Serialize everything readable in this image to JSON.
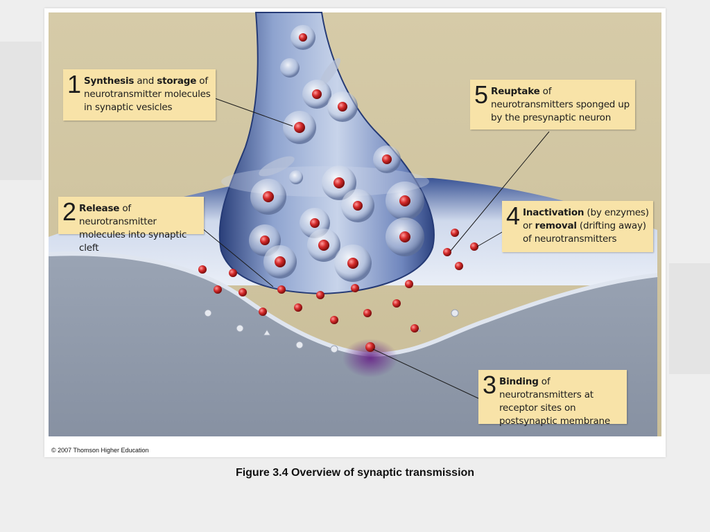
{
  "figure": {
    "copyright": "© 2007 Thomson Higher Education",
    "caption": "Figure 3.4  Overview of synaptic transmission"
  },
  "callouts": [
    {
      "number": "1",
      "bold1": "Synthesis",
      "text1": " and ",
      "bold2": "storage",
      "text2": " of neurotransmitter molecules in synaptic vesicles"
    },
    {
      "number": "2",
      "bold1": "Release",
      "text1": " of neurotransmitter molecules into synaptic cleft"
    },
    {
      "number": "3",
      "bold1": "Binding",
      "text1": " of neurotransmitters at receptor sites on postsynaptic membrane"
    },
    {
      "number": "4",
      "bold1": "Inactivation",
      "text1": " (by enzymes) or ",
      "bold2": "removal",
      "text2": " (drifting away) of neurotransmitters"
    },
    {
      "number": "5",
      "bold1": "Reuptake",
      "text1": " of neurotransmitters sponged up by the presynaptic neuron"
    }
  ],
  "colors": {
    "callout_bg": "#f8e3a8",
    "background_top": "#cfc3a0",
    "postsynaptic": "#8f9aab",
    "neurotransmitter": "#d42a2a",
    "binding_glow": "#6a2a8a"
  }
}
